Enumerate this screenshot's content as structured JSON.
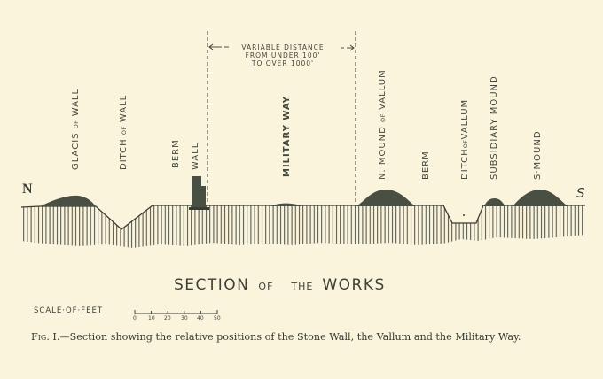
{
  "figure": {
    "title": {
      "part1": "SECTION",
      "part2": "OF",
      "part3": "THE",
      "part4": "WORKS"
    },
    "compass": {
      "north": "N",
      "south": "S"
    },
    "distance_note": {
      "line1": "VARIABLE DISTANCE",
      "line2": "FROM UNDER 100'",
      "line3": "TO OVER 1000'"
    },
    "labels": [
      {
        "id": "glacis",
        "main1": "GLACIS",
        "connector": "OF",
        "main2": "WALL"
      },
      {
        "id": "ditch-of-wall",
        "main1": "DITCH",
        "connector": "OF",
        "main2": "WALL"
      },
      {
        "id": "berm-1",
        "text": "BERM"
      },
      {
        "id": "wall",
        "text": "WALL"
      },
      {
        "id": "military-way",
        "text": "MILITARY WAY"
      },
      {
        "id": "n-mound",
        "main1": "N. MOUND",
        "connector": "OF",
        "main2": "VALLUM"
      },
      {
        "id": "berm-2",
        "text": "BERM"
      },
      {
        "id": "ditch-of-vallum",
        "main1": "DITCH",
        "connector": "OF",
        "main2": "VALLUM"
      },
      {
        "id": "subsidiary-mound",
        "text": "SUBSIDIARY MOUND"
      },
      {
        "id": "s-mound",
        "text": "S·MOUND"
      }
    ],
    "scale": {
      "label": "SCALE·OF·FEET",
      "ticks": [
        "0",
        "10",
        "20",
        "30",
        "40",
        "50"
      ]
    },
    "caption": {
      "fig_number": "Fig. I.",
      "text": "—Section showing the relative positions of the Stone Wall, the Vallum and the Military Way."
    },
    "colors": {
      "paper": "#fbf4dc",
      "ink": "#3a3d33",
      "fill": "#4a4f44"
    }
  }
}
